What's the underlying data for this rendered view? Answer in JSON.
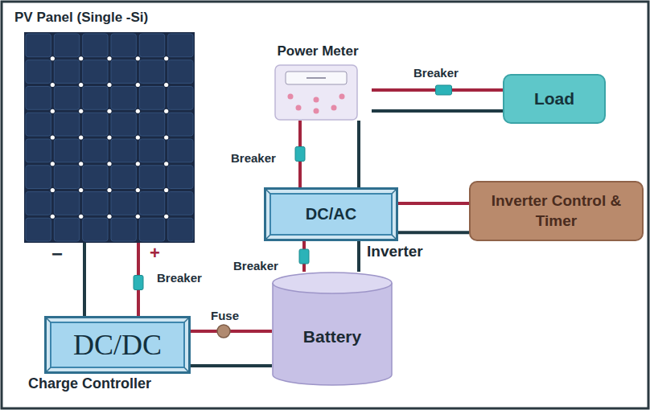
{
  "diagram": {
    "nodes": [
      {
        "text": [
          "PV Panel (Single -Si)"
        ]
      },
      {
        "text": [
          "Power Meter"
        ]
      },
      {
        "text": [
          "Load"
        ]
      },
      {
        "text": [
          "DC/AC",
          "Inverter"
        ]
      },
      {
        "text": [
          "Inverter Control & Timer"
        ]
      },
      {
        "text": [
          "Battery"
        ]
      },
      {
        "text": [
          "DC/DC",
          "Charge Controller"
        ]
      }
    ],
    "edges": [
      {
        "from": 0,
        "to": 6,
        "arrow": "none"
      },
      {
        "from": 6,
        "to": 5,
        "arrow": "none"
      },
      {
        "from": 5,
        "to": 3,
        "arrow": "none"
      },
      {
        "from": 3,
        "to": 1,
        "arrow": "none"
      },
      {
        "from": 1,
        "to": 2,
        "arrow": "none"
      },
      {
        "from": 3,
        "to": 4,
        "arrow": "none"
      }
    ],
    "labels": [
      "Breaker",
      "Breaker",
      "Breaker",
      "Breaker",
      "Fuse",
      "−",
      "+"
    ]
  }
}
